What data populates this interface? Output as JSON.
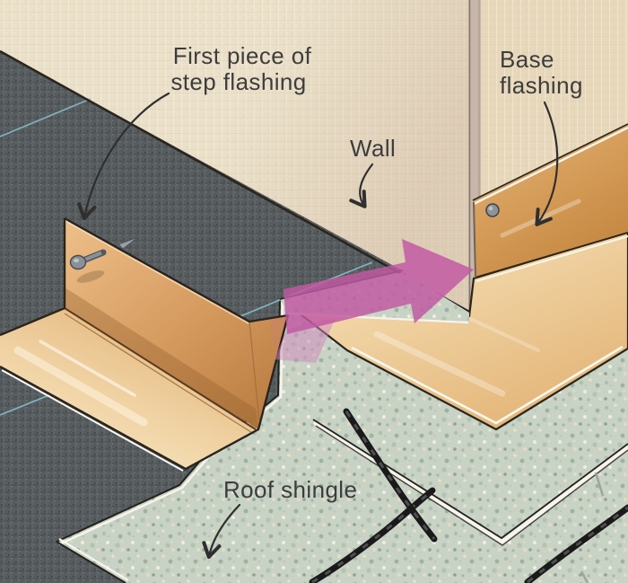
{
  "labels": {
    "step_flashing_line1": "First piece of",
    "step_flashing_line2": "step flashing",
    "wall": "Wall",
    "base_flashing_line1": "Base",
    "base_flashing_line2": "flashing",
    "roof_shingle": "Roof shingle"
  },
  "colors": {
    "wall_left": "#ebe1ca",
    "wall_right": "#e7d8bb",
    "roofing_felt": "#575c5f",
    "chalk_line": "#86bcc9",
    "copper_flashing": "#d59a5e",
    "base_flange": "#eccb96",
    "shingle": "#c8d2c5",
    "tar_strip": "#1a1a1a",
    "arrow_pink": "#c158a2",
    "label_text": "#3d3d3d",
    "outline": "#2a241d"
  }
}
